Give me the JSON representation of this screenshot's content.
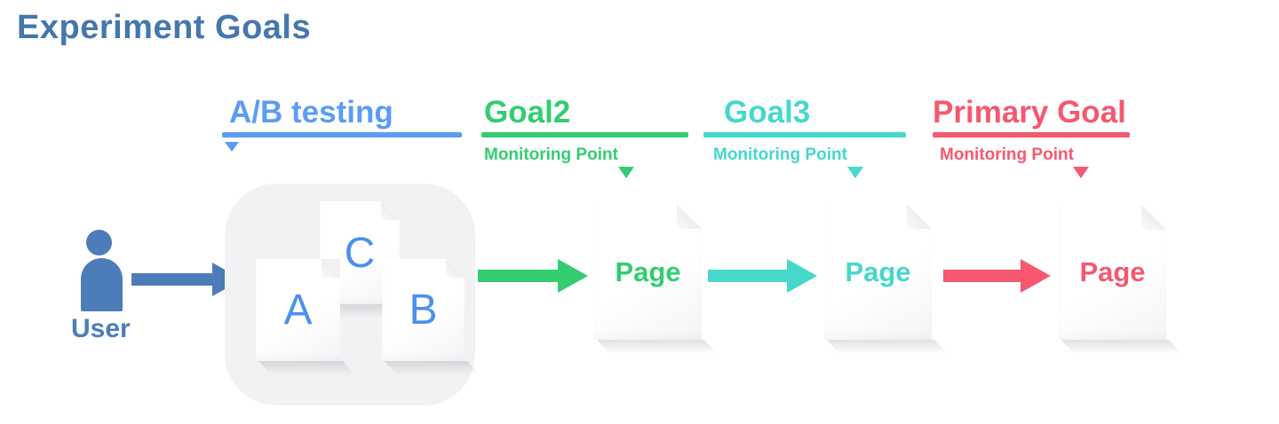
{
  "title": "Experiment Goals",
  "annotations": {
    "ab_testing": {
      "label": "A/B testing",
      "color": "#5b9cf4"
    },
    "goal2": {
      "label": "Goal2",
      "sublabel": "Monitoring Point",
      "color": "#33cd70"
    },
    "goal3": {
      "label": "Goal3",
      "sublabel": "Monitoring Point",
      "color": "#45d8cb"
    },
    "primary_goal": {
      "label": "Primary Goal",
      "sublabel": "Monitoring Point",
      "color": "#f6586f"
    }
  },
  "flow": {
    "user": {
      "label": "User",
      "color": "#4d7db8"
    },
    "variants": {
      "letters": [
        "C",
        "A",
        "B"
      ],
      "letter_color": "#4a90ee",
      "container_color": "#f2f2f4"
    },
    "pages": [
      {
        "label": "Page",
        "color": "#33cd70"
      },
      {
        "label": "Page",
        "color": "#45d8cb"
      },
      {
        "label": "Page",
        "color": "#f6586f"
      }
    ],
    "arrows": [
      {
        "name": "user-to-variants",
        "color": "#4d7db8"
      },
      {
        "name": "variants-to-goal2",
        "color": "#33cd70"
      },
      {
        "name": "goal2-to-goal3",
        "color": "#45d8cb"
      },
      {
        "name": "goal3-to-primary",
        "color": "#f6586f"
      }
    ]
  }
}
